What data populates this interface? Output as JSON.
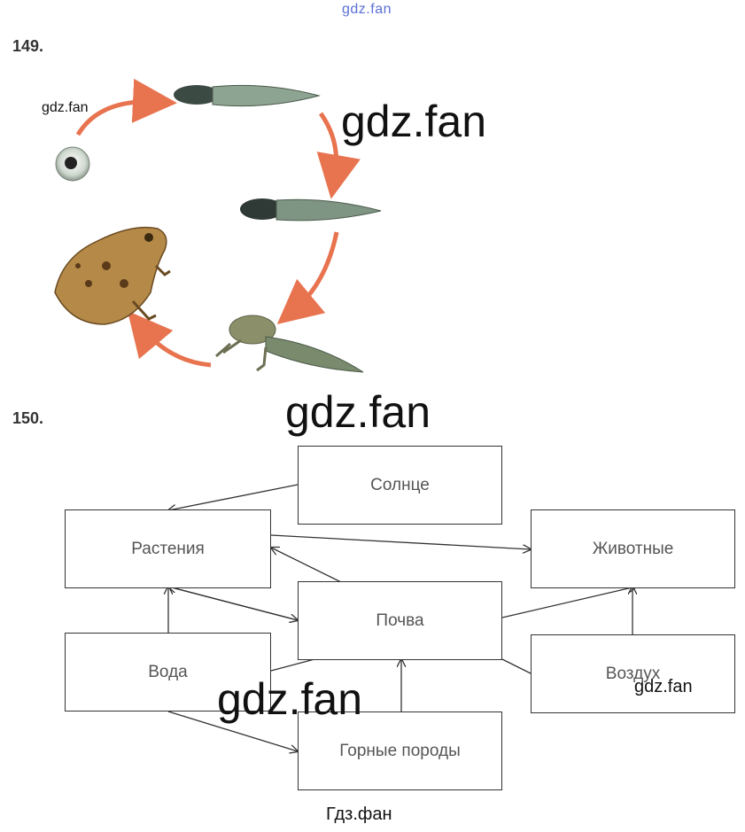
{
  "site_mark_top": "gdz.fan",
  "exercise_149": {
    "number": "149.",
    "watermark_small": "gdz.fan",
    "watermark_big": "gdz.fan"
  },
  "exercise_150": {
    "number": "150.",
    "watermark_top": "gdz.fan"
  },
  "boxes": {
    "sun": "Солнце",
    "plants": "Растения",
    "animals": "Животные",
    "soil": "Почва",
    "water": "Вода",
    "air": "Воздух",
    "rocks": "Горные породы"
  },
  "watermark_diagram_big": "gdz.fan",
  "watermark_air": "gdz.fan",
  "footer": "Гдз.фан",
  "colors": {
    "arrow_cycle": "#e8734f",
    "tadpole": "#4a5a4a",
    "frog": "#a8763a"
  }
}
